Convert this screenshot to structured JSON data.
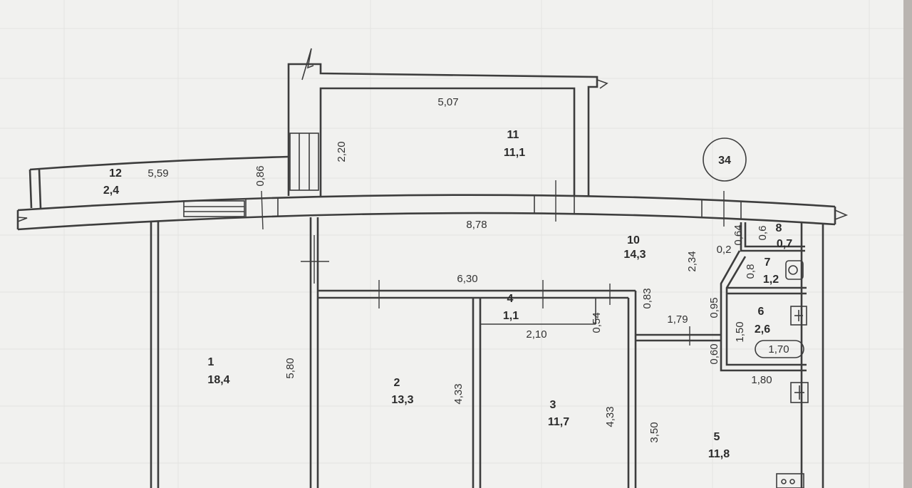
{
  "apartment_number": "34",
  "rooms": [
    {
      "number": "1",
      "area": "18,4"
    },
    {
      "number": "2",
      "area": "13,3"
    },
    {
      "number": "3",
      "area": "11,7"
    },
    {
      "number": "4",
      "area": "1,1"
    },
    {
      "number": "5",
      "area": "11,8"
    },
    {
      "number": "6",
      "area": "2,6"
    },
    {
      "number": "7",
      "area": "1,2"
    },
    {
      "number": "8",
      "area": "0,7"
    },
    {
      "number": "10",
      "area": "14,3"
    },
    {
      "number": "11",
      "area": "11,1"
    },
    {
      "number": "12",
      "area": "2,4"
    }
  ],
  "dimensions": {
    "balcony11_length": "5,07",
    "balcony11_depth": "2,20",
    "balcony12_length": "5,59",
    "balcony12_depth": "0,86",
    "corridor_length": "8,78",
    "corridor_inner": "6,30",
    "room1_depth": "5,80",
    "room2_depth": "4,33",
    "room3_depth": "4,33",
    "closet_width": "2,10",
    "closet_depth": "0,54",
    "hall_a": "0,83",
    "hall_b": "2,34",
    "hall_c": "1,79",
    "room5_depth": "3,50",
    "bath_width": "1,80",
    "bath_depth": "1,50",
    "bath_a": "0,95",
    "bath_b": "0,60",
    "tub_length": "1,70",
    "wc_a": "0,8",
    "wc_b": "0,2",
    "wc_c": "0,64",
    "wc_d": "0,6"
  }
}
